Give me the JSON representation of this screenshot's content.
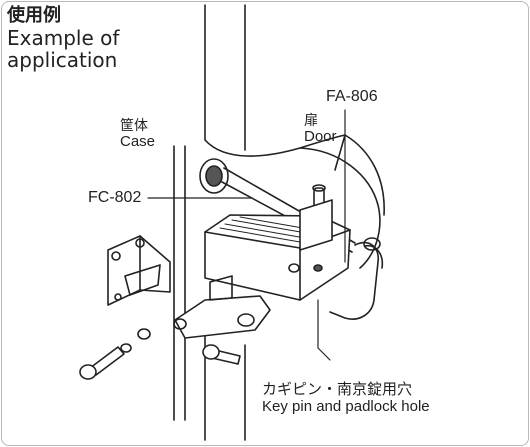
{
  "title": {
    "jp": "使用例",
    "en_line1": "Example of",
    "en_line2": "application"
  },
  "labels": {
    "case": {
      "jp": "筐体",
      "en": "Case"
    },
    "door": {
      "jp": "扉",
      "en": "Door"
    },
    "part_fa": "FA-806",
    "part_fc": "FC-802",
    "hole": {
      "jp": "カギピン・南京錠用穴",
      "en": "Key pin and padlock hole"
    }
  },
  "colors": {
    "line": "#222222",
    "fill": "#ffffff",
    "shade": "#555555",
    "border": "#b8b8b8"
  }
}
